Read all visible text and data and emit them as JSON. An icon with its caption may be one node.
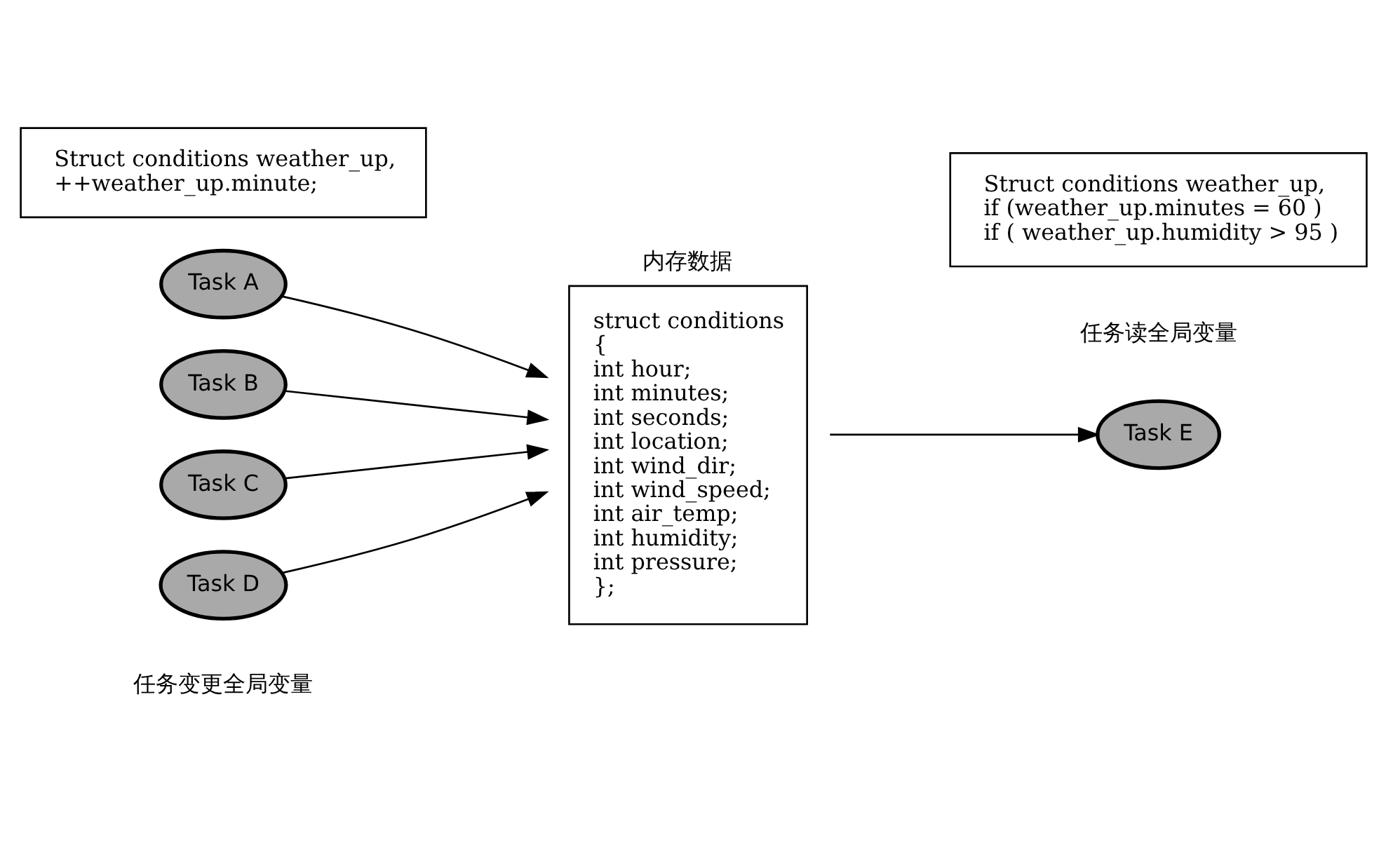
{
  "diagram": {
    "nodes": [
      {
        "text": [
          "Task A"
        ]
      },
      {
        "text": [
          "Task B"
        ]
      },
      {
        "text": [
          "Struct conditions weather_up,",
          "++weather_up.minute;"
        ]
      },
      {
        "text": [
          "Task C"
        ]
      },
      {
        "text": [
          "Task D"
        ]
      },
      {
        "text": [
          "struct conditions",
          "{",
          "int hour;",
          "int minutes;",
          "int seconds;",
          "int location;",
          "int wind_dir;",
          "int wind_speed;",
          "int air_temp;",
          "int humidity;",
          "int pressure;",
          "};"
        ],
        "beside": [
          "内存数据"
        ]
      },
      {
        "text": [
          "Task E"
        ]
      },
      {
        "text": [
          "Struct conditions weather_up,",
          "if (weather_up.minutes = 60 )",
          "if ( weather_up.humidity > 95 )"
        ]
      }
    ],
    "edges": [
      {
        "from": 0,
        "to": 5,
        "arrow": "to"
      },
      {
        "from": 1,
        "to": 5,
        "arrow": "to"
      },
      {
        "from": 3,
        "to": 5,
        "arrow": "to"
      },
      {
        "from": 4,
        "to": 5,
        "arrow": "to"
      },
      {
        "from": 5,
        "to": 6,
        "arrow": "to"
      }
    ],
    "labels": [
      "任务变更全局变量",
      "任务读全局变量"
    ]
  }
}
